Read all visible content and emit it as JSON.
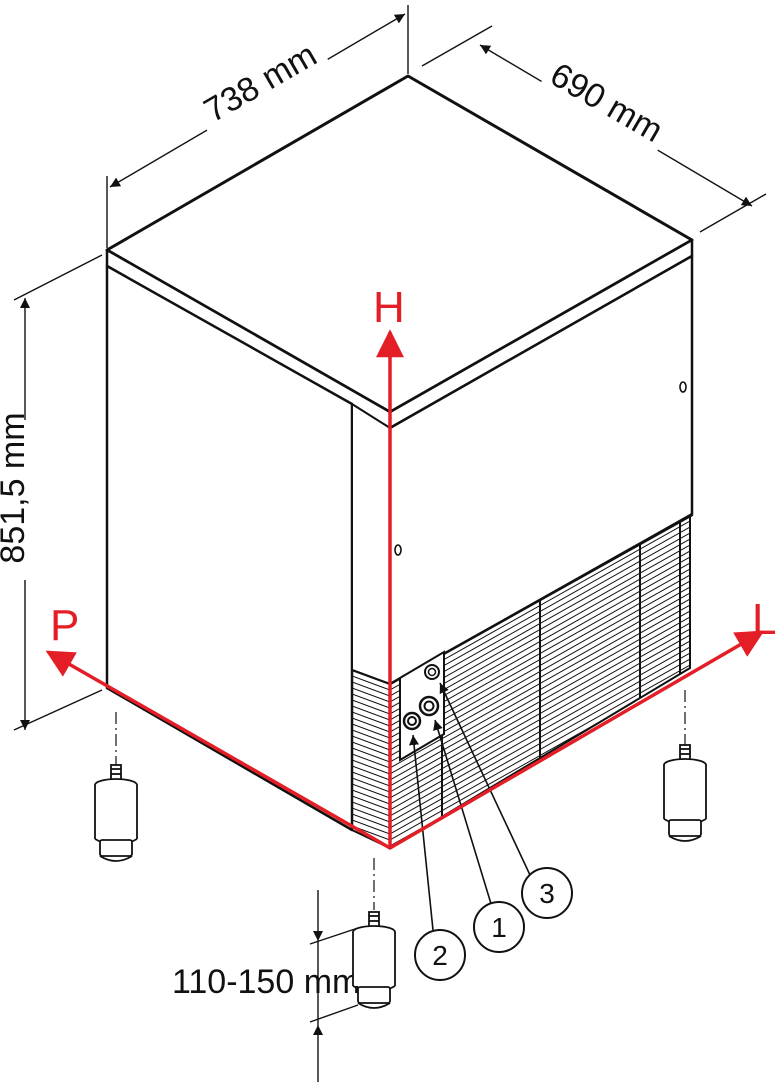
{
  "dimensions": {
    "width": "738 mm",
    "depth": "690 mm",
    "height": "851,5 mm",
    "feet": "110-150 mm"
  },
  "axes": {
    "height": "H",
    "left": "L",
    "back": "P"
  },
  "connections": [
    "1",
    "2",
    "3"
  ],
  "colors": {
    "accent": "#e41e26",
    "line": "#111111",
    "background": "#ffffff"
  }
}
